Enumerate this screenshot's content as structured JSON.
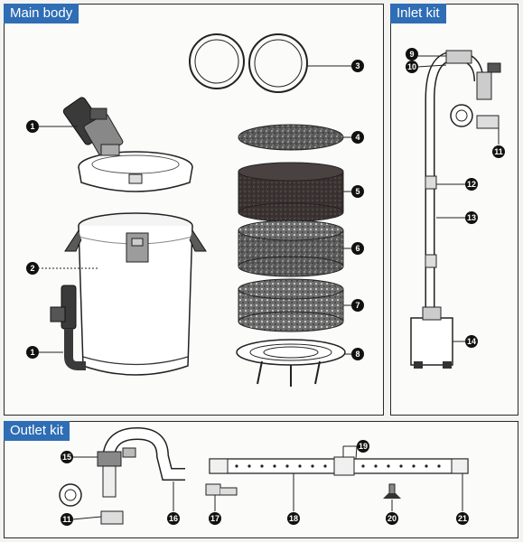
{
  "panels": {
    "main": "Main body",
    "inlet": "Inlet kit",
    "outlet": "Outlet kit"
  },
  "callouts": [
    "1",
    "2",
    "3",
    "4",
    "5",
    "6",
    "7",
    "8",
    "9",
    "10",
    "11",
    "12",
    "13",
    "14",
    "15",
    "16",
    "17",
    "18",
    "19",
    "20",
    "21"
  ],
  "colors": {
    "label_bg": "#2f6db4",
    "outline": "#2a2a2a"
  }
}
